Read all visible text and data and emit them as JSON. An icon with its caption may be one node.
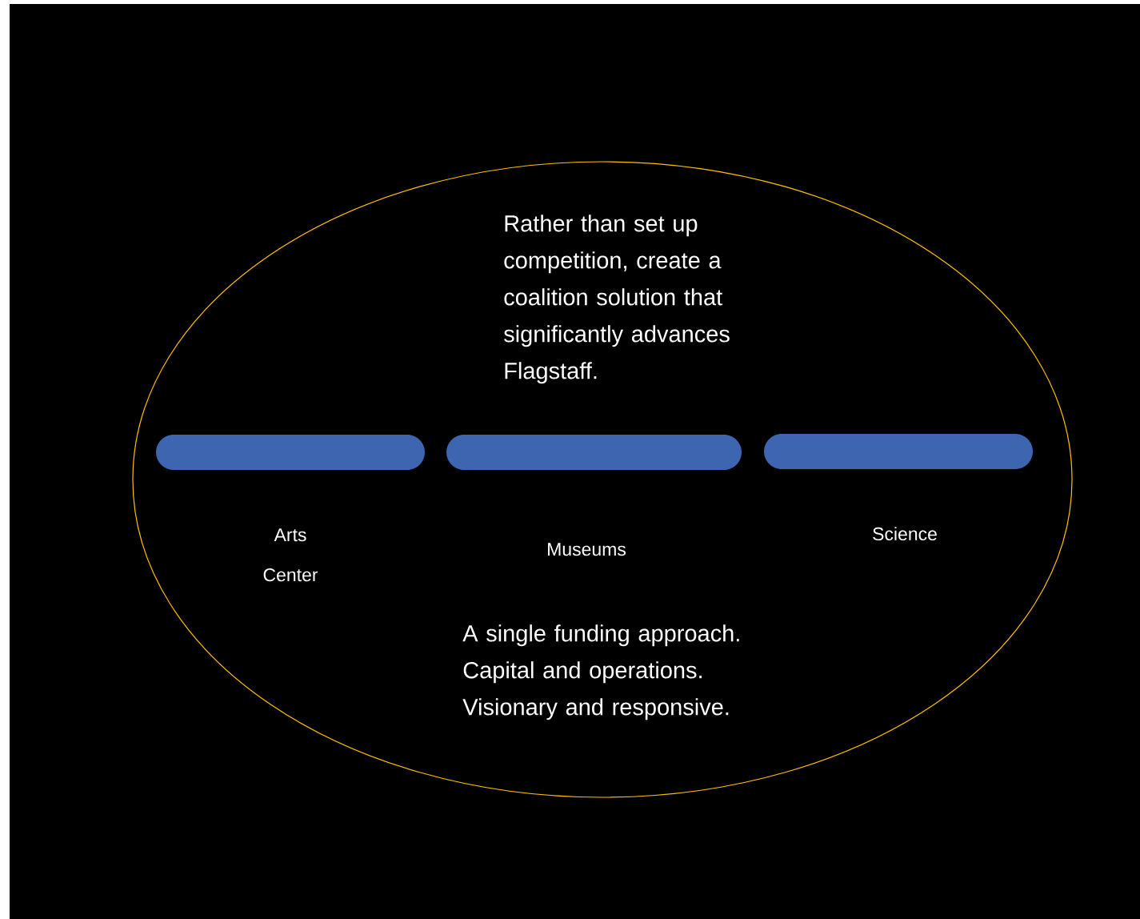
{
  "diagram": {
    "nodes": [
      {
        "text": [
          "Rather than set up competition, create a coalition solution that significantly advances Flagstaff.",
          "A single funding approach. Capital and operations. Visionary and responsive."
        ]
      },
      {
        "text": [],
        "shape": "bar",
        "in": 0,
        "beside": [
          "Arts Center"
        ]
      },
      {
        "text": [],
        "shape": "bar",
        "in": 0,
        "beside": [
          "Museums"
        ]
      },
      {
        "text": [],
        "shape": "bar",
        "in": 0,
        "beside": [
          "Science"
        ]
      }
    ]
  }
}
